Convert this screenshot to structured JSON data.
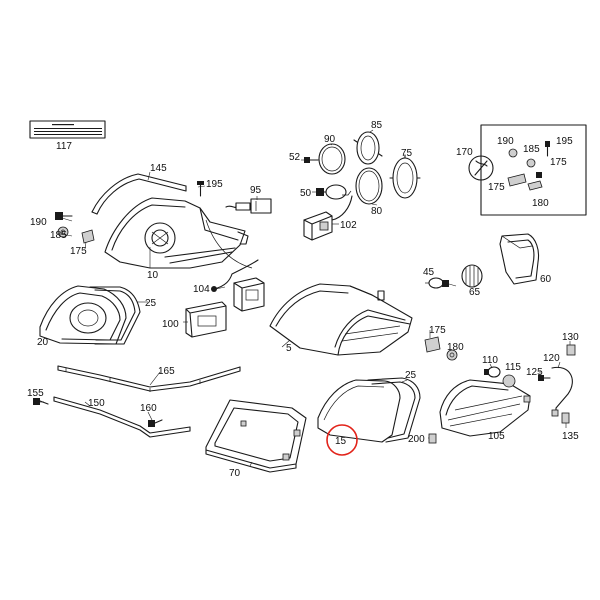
{
  "diagram": {
    "callouts": [
      "117",
      "145",
      "195",
      "95",
      "190",
      "185",
      "175",
      "10",
      "25",
      "20",
      "104",
      "100",
      "5",
      "165",
      "155",
      "150",
      "160",
      "70",
      "15",
      "25",
      "200",
      "105",
      "90",
      "85",
      "52",
      "75",
      "50",
      "80",
      "102",
      "170",
      "190",
      "185",
      "195",
      "175",
      "175",
      "180",
      "45",
      "65",
      "60",
      "175",
      "180",
      "110",
      "115",
      "125",
      "130",
      "120",
      "135"
    ],
    "highlighted_callout": "15",
    "highlight_color": "#e2231a",
    "line_color": "#1a1a1a"
  }
}
